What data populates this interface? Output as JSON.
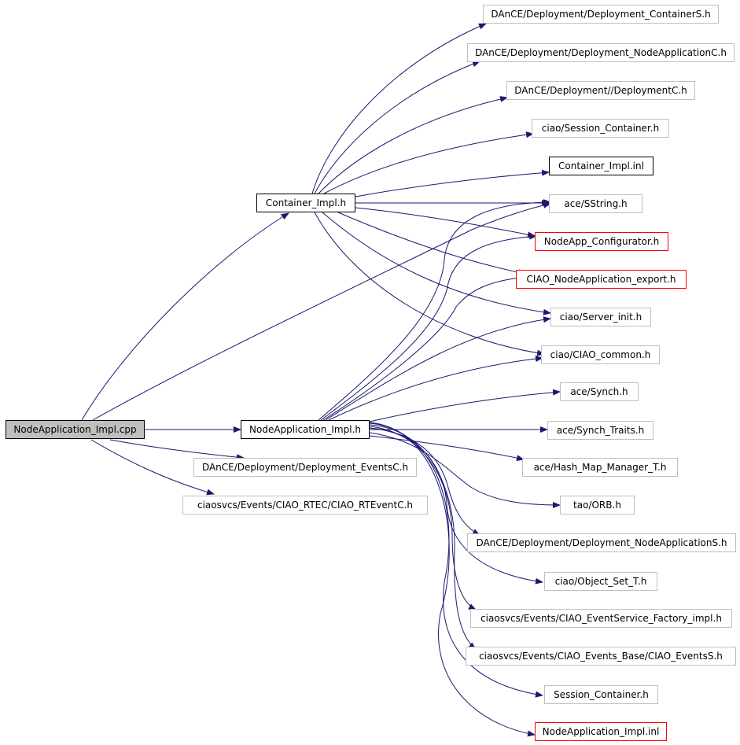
{
  "nodes": {
    "root": "NodeApplication_Impl.cpp",
    "container_impl_h": "Container_Impl.h",
    "nodeapp_impl_h": "NodeApplication_Impl.h",
    "deployment_eventsc": "DAnCE/Deployment/Deployment_EventsC.h",
    "rteventc": "ciaosvcs/Events/CIAO_RTEC/CIAO_RTEventC.h",
    "deployment_containers": "DAnCE/Deployment/Deployment_ContainerS.h",
    "deployment_nodeapplicationc": "DAnCE/Deployment/Deployment_NodeApplicationC.h",
    "deploymentc": "DAnCE/Deployment//DeploymentC.h",
    "session_container_ciao": "ciao/Session_Container.h",
    "container_impl_inl": "Container_Impl.inl",
    "ace_sstring": "ace/SString.h",
    "nodeapp_configurator": "NodeApp_Configurator.h",
    "ciao_nodeapplication_export": "CIAO_NodeApplication_export.h",
    "ciao_server_init": "ciao/Server_init.h",
    "ciao_common": "ciao/CIAO_common.h",
    "ace_synch": "ace/Synch.h",
    "ace_synch_traits": "ace/Synch_Traits.h",
    "ace_hash_map_manager": "ace/Hash_Map_Manager_T.h",
    "tao_orb": "tao/ORB.h",
    "deployment_nodeapplications": "DAnCE/Deployment/Deployment_NodeApplicationS.h",
    "ciao_object_set": "ciao/Object_Set_T.h",
    "eventservice_factory_impl": "ciaosvcs/Events/CIAO_EventService_Factory_impl.h",
    "ciao_eventss": "ciaosvcs/Events/CIAO_Events_Base/CIAO_EventsS.h",
    "session_container": "Session_Container.h",
    "nodeapp_impl_inl": "NodeApplication_Impl.inl"
  },
  "colors": {
    "edge": "#191970",
    "border_linked": "#000000",
    "border_plain": "#bfbfbf",
    "border_incomplete": "#ff0000",
    "root_fill": "#bfbfbf"
  }
}
